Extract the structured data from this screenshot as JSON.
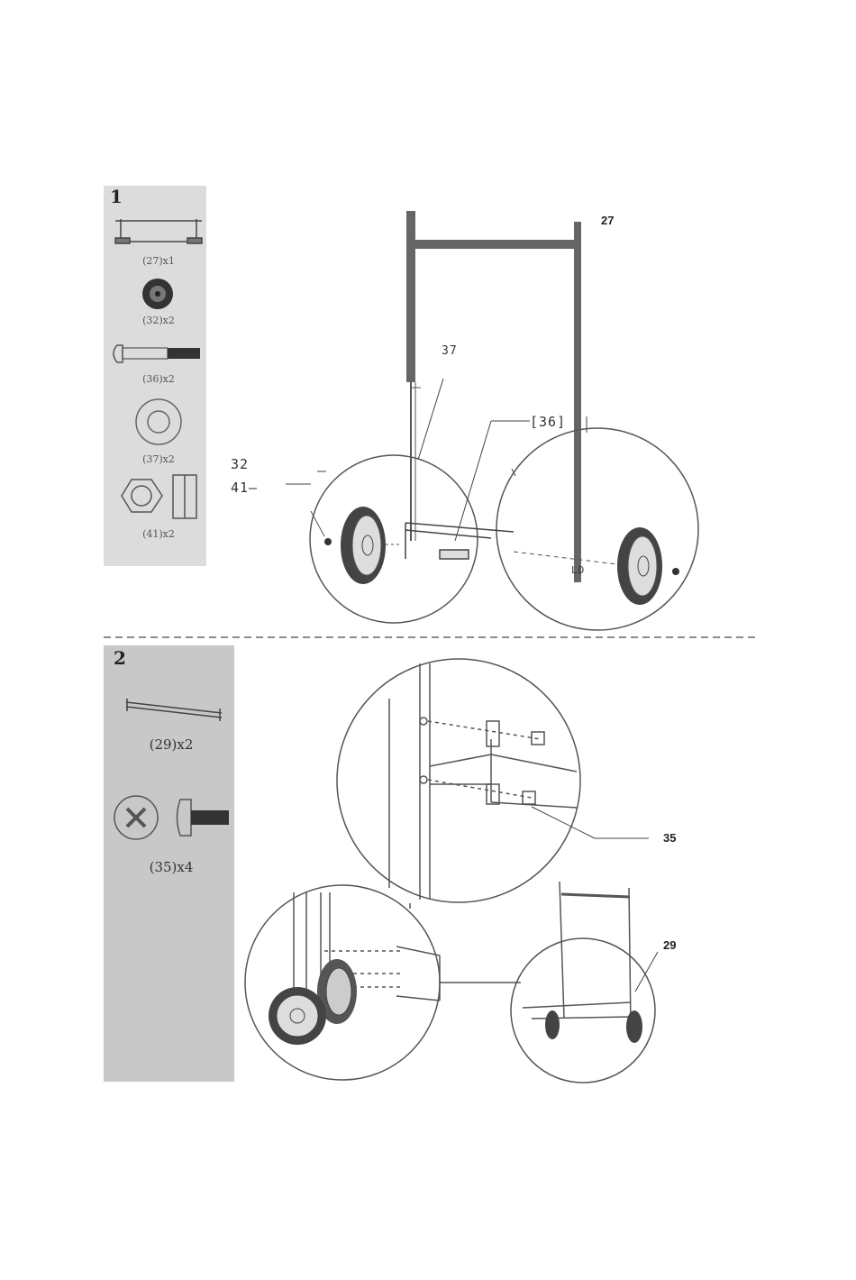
{
  "step1": {
    "number": "1",
    "parts": [
      {
        "label": "(27)x1",
        "icon": "frame-part-icon"
      },
      {
        "label": "(32)x2",
        "icon": "wheel-icon"
      },
      {
        "label": "(36)x2",
        "icon": "bolt-icon"
      },
      {
        "label": "(37)x2",
        "icon": "washer-icon"
      },
      {
        "label": "(41)x2",
        "icon": "nut-icon"
      }
    ],
    "callouts": {
      "c27": "27",
      "c37": "37",
      "c36": "[36]",
      "c32": "32",
      "c41": "41—",
      "cld": "LD"
    }
  },
  "step2": {
    "number": "2",
    "parts": [
      {
        "label": "(29)x2",
        "icon": "crossbar-icon"
      },
      {
        "label": "(35)x4",
        "icon": "screw-icon"
      }
    ],
    "callouts": {
      "c35": "35",
      "c29": "29"
    }
  }
}
